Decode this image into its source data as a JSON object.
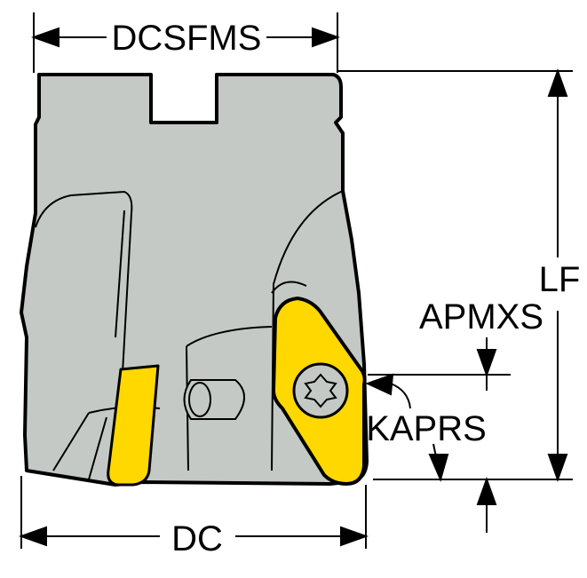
{
  "labels": {
    "dcsfms": "DCSFMS",
    "dc": "DC",
    "lf": "LF",
    "apmxs": "APMXS",
    "kaprs": "KAPRS"
  },
  "colors": {
    "body": "#c4c9c6",
    "insert": "#ffd800",
    "line": "#000000"
  }
}
